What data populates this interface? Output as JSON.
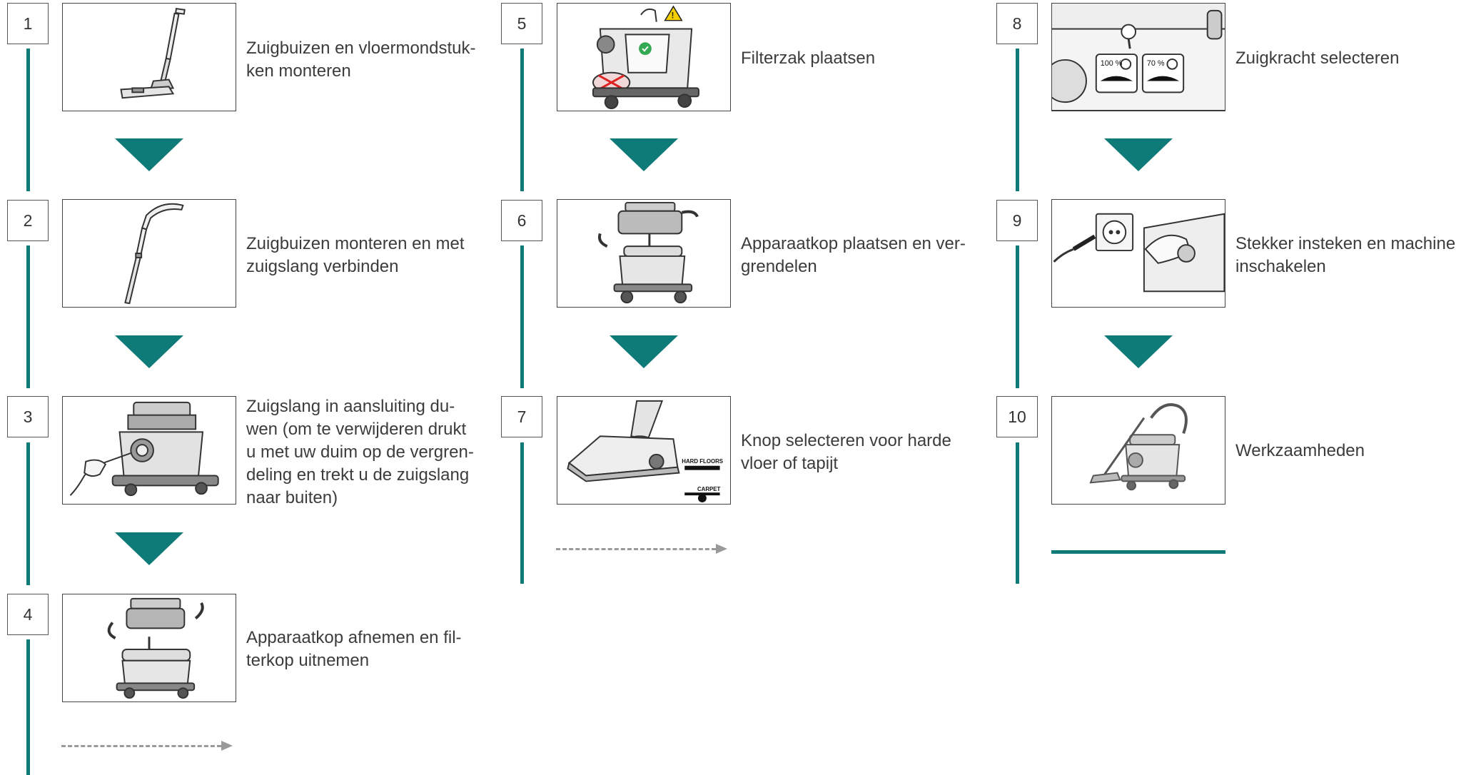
{
  "accent_color": "#0f7b78",
  "steps": [
    {
      "number": "1",
      "text": "Zuigbuizen en vloermondstuk-\nken monteren",
      "illustration": "floor-nozzle-tubes"
    },
    {
      "number": "2",
      "text": "Zuigbuizen monteren en met\nzuigslang verbinden",
      "illustration": "tubes-hose"
    },
    {
      "number": "3",
      "text": "Zuigslang in aansluiting du-\nwen (om te verwijderen drukt\nu met uw duim op de vergren-\ndeling en trekt u de zuigslang\nnaar buiten)",
      "illustration": "hose-connection"
    },
    {
      "number": "4",
      "text": "Apparaatkop afnemen en fil-\nterkop uitnemen",
      "illustration": "remove-head"
    },
    {
      "number": "5",
      "text": "Filterzak plaatsen",
      "illustration": "filter-bag"
    },
    {
      "number": "6",
      "text": "Apparaatkop plaatsen en ver-\ngrendelen",
      "illustration": "place-head"
    },
    {
      "number": "7",
      "text": "Knop selecteren voor harde\nvloer of tapijt",
      "illustration": "floor-selector"
    },
    {
      "number": "8",
      "text": "Zuigkracht selecteren",
      "illustration": "power-selector"
    },
    {
      "number": "9",
      "text": "Stekker insteken en machine\ninschakelen",
      "illustration": "plug-switch"
    },
    {
      "number": "10",
      "text": "Werkzaamheden",
      "illustration": "vacuum-working"
    }
  ],
  "illustration_labels": {
    "hard_floors": "HARD FLOORS",
    "carpet": "CARPET",
    "power_100": "100\n%",
    "power_70": "70\n%"
  }
}
